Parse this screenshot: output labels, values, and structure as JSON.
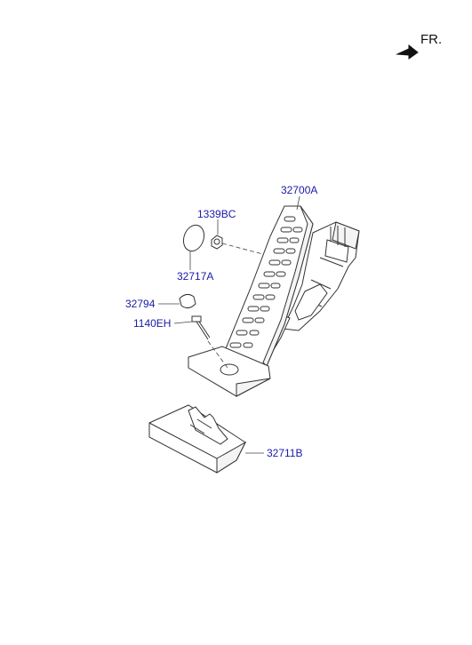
{
  "direction": {
    "label": "FR.",
    "icon": "front-direction-arrow-icon"
  },
  "label_color": "#1a1aa6",
  "parts": [
    {
      "id": "pedal-assembly",
      "number": "32700A"
    },
    {
      "id": "nut",
      "number": "1339BC"
    },
    {
      "id": "cover",
      "number": "32717A"
    },
    {
      "id": "stopper",
      "number": "32794"
    },
    {
      "id": "bolt",
      "number": "1140EH"
    },
    {
      "id": "bracket",
      "number": "32711B"
    }
  ]
}
